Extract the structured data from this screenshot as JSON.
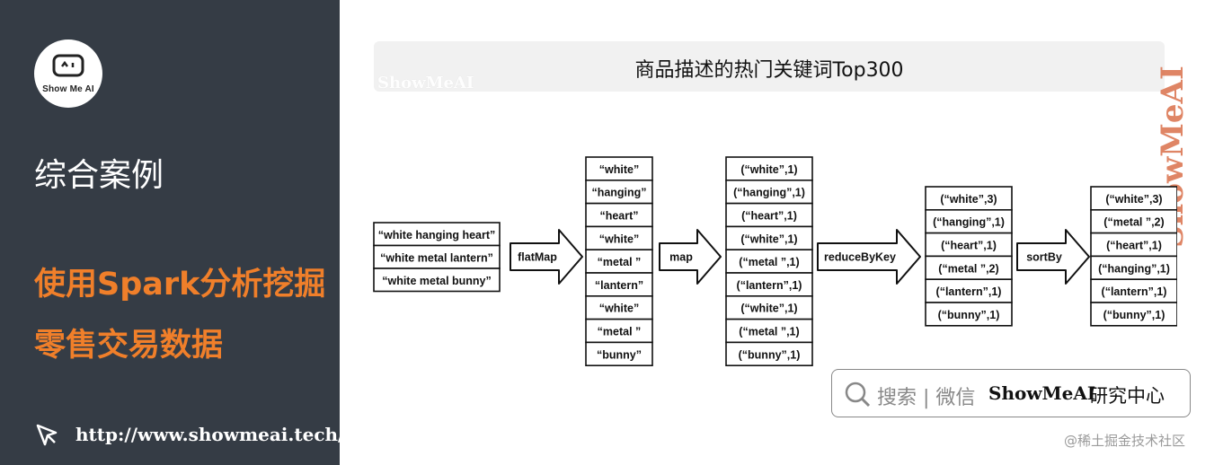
{
  "sidebar": {
    "logo_text": "Show Me AI",
    "title": "综合案例",
    "subtitle_line1": "使用Spark分析挖掘",
    "subtitle_line2": "零售交易数据",
    "url": "http://www.showmeai.tech/",
    "accent_color": "#f07f2a",
    "background_color": "#353c45"
  },
  "main": {
    "title": "商品描述的热门关键词Top300",
    "watermark_small": "ShowMeAI",
    "watermark_vertical": "ShowMeAI"
  },
  "diagram": {
    "input": [
      "“white hanging heart”",
      "“white metal lantern”",
      "“white metal bunny”"
    ],
    "arrow1": "flatMap",
    "flat": [
      "“white”",
      "“hanging”",
      "“heart”",
      "“white”",
      "“metal ”",
      "“lantern”",
      "“white”",
      "“metal ”",
      "“bunny”"
    ],
    "arrow2": "map",
    "mapped": [
      "(“white”,1)",
      "(“hanging”,1)",
      "(“heart”,1)",
      "(“white”,1)",
      "(“metal ”,1)",
      "(“lantern”,1)",
      "(“white”,1)",
      "(“metal ”,1)",
      "(“bunny”,1)"
    ],
    "arrow3": "reduceByKey",
    "reduced": [
      "(“white”,3)",
      "(“hanging”,1)",
      "(“heart”,1)",
      "(“metal ”,2)",
      "(“lantern”,1)",
      "(“bunny”,1)"
    ],
    "arrow4": "sortBy",
    "sorted": [
      "(“white”,3)",
      "(“metal ”,2)",
      "(“heart”,1)",
      "(“hanging”,1)",
      "(“lantern”,1)",
      "(“bunny”,1)"
    ]
  },
  "search_card": {
    "hint": "搜索 | 微信",
    "brand": "ShowMeAI",
    "brand_suffix": "研究中心"
  },
  "footer": {
    "credit": "@稀土掘金技术社区"
  }
}
